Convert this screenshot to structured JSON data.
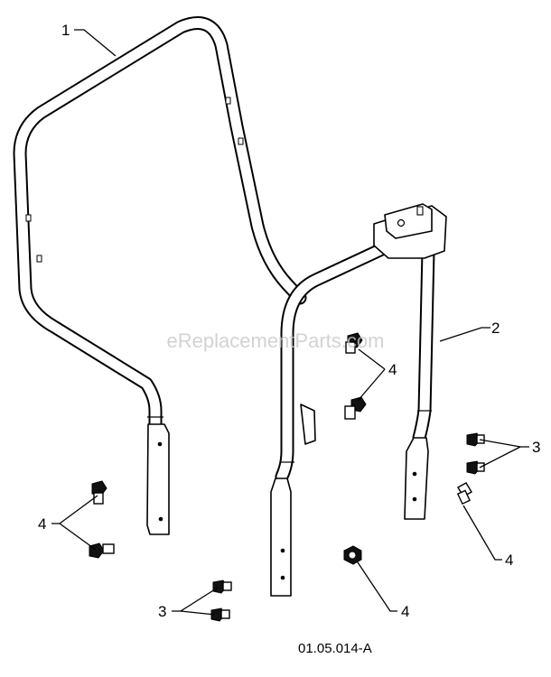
{
  "callouts": {
    "handle_upper": "1",
    "handle_lower": "2",
    "bolts_right_top": "3",
    "bolts_bottom_left": "3",
    "bolts_center": "4",
    "bolts_left": "4",
    "bolt_right": "4",
    "bolt_bottom_center": "4"
  },
  "watermark": "eReplacementParts.com",
  "reference_code": "01.05.014-A"
}
